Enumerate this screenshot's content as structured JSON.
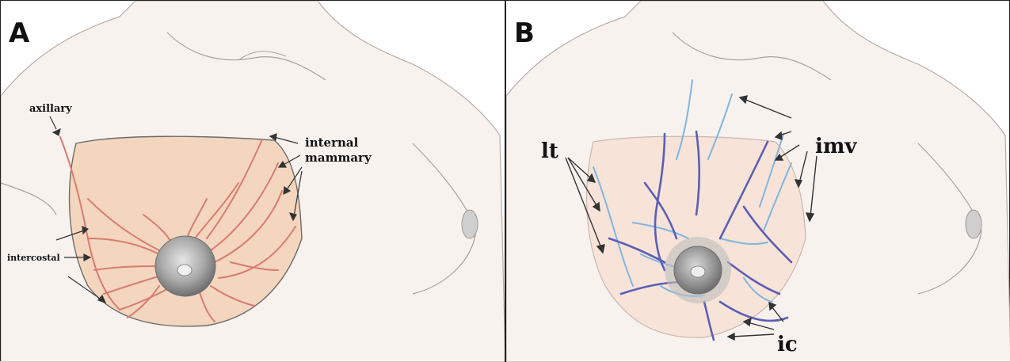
{
  "figure": {
    "panel_a": {
      "letter": "A",
      "labels": {
        "axillary": "axillary",
        "internal_line1": "internal",
        "internal_line2": "mammary",
        "intercostal": "intercostal"
      }
    },
    "panel_b": {
      "letter": "B",
      "labels": {
        "lt": "lt",
        "imv": "imv",
        "ic": "ic"
      }
    }
  },
  "colors": {
    "skin": "#f8f2ee",
    "skin_outline": "#9a8f8a",
    "breast_a": "#f3d6bd",
    "breast_b": "#f7e3d8",
    "artery": "#d97b72",
    "vein_dark": "#5a5fb5",
    "vein_light": "#7fb6e0",
    "nipple": "#9a9a9a"
  }
}
